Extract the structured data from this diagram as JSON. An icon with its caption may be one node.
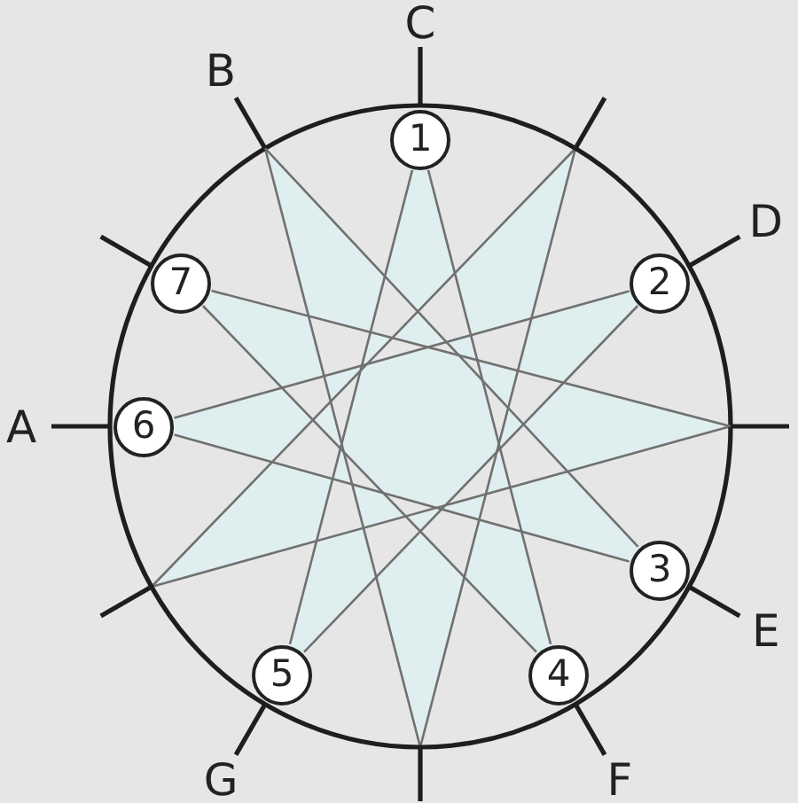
{
  "diagram": {
    "nodes": [
      {
        "text": [
          "1"
        ],
        "beside": [
          "C"
        ]
      },
      {
        "text": [
          "2"
        ],
        "beside": [
          "D"
        ]
      },
      {
        "text": [
          "3"
        ],
        "beside": [
          "E"
        ]
      },
      {
        "text": [
          "4"
        ],
        "beside": [
          "F"
        ]
      },
      {
        "text": [
          "5"
        ],
        "beside": [
          "G"
        ]
      },
      {
        "text": [
          "6"
        ],
        "beside": [
          "A"
        ]
      },
      {
        "text": [
          "7"
        ]
      }
    ],
    "edges": [
      {
        "from": 0,
        "to": 3,
        "arrow": "none"
      },
      {
        "from": 0,
        "to": 4,
        "arrow": "none"
      },
      {
        "from": 1,
        "to": 4,
        "arrow": "none"
      },
      {
        "from": 1,
        "to": 5,
        "arrow": "none"
      },
      {
        "from": 2,
        "to": 5,
        "arrow": "none"
      },
      {
        "from": 2,
        "to": null,
        "arrow": "none"
      },
      {
        "from": 3,
        "to": 6,
        "arrow": "none"
      },
      {
        "from": 6,
        "to": null,
        "arrow": "none"
      }
    ],
    "labels": [
      "B"
    ]
  }
}
